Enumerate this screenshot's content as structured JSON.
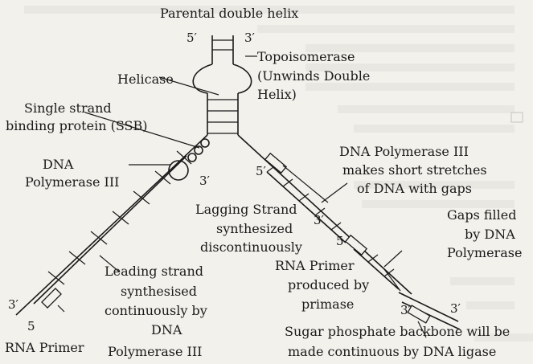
{
  "labels": {
    "parental": "Parental double helix",
    "topo1": "Topoisomerase",
    "topo2": "(Unwinds Double",
    "topo3": "Helix)",
    "helicase": "Helicase",
    "ssb1": "Single strand",
    "ssb2": "binding protein (SSB)",
    "pol3a": "DNA",
    "pol3b": "Polymerase III",
    "pol3c1": "DNA Polymerase III",
    "pol3c2": "makes short stretches",
    "pol3c3": "of DNA with gaps",
    "lag1": "Lagging Strand",
    "lag2": "synthesized",
    "lag3": "discontinuously",
    "gaps1": "Gaps filled",
    "gaps2": "by DNA",
    "gaps3": "Polymerase",
    "rnap1": "RNA Primer",
    "rnap2": "produced by",
    "rnap3": "primase",
    "lead1": "Leading strand",
    "lead2": "synthesised",
    "lead3": "continuously by",
    "lead4": "DNA",
    "lead5": "Polymerase III",
    "rnaprimer": "RNA Primer",
    "sugar1": "Sugar phosphate backbone will be",
    "sugar2": "made continuous by DNA ligase"
  },
  "primes": {
    "p5_top": "5′",
    "p3_top": "3′",
    "p3_pol": "3′",
    "p5_lag": "5′",
    "p3_lag": "3′",
    "p5_mid": "5",
    "p3_right1": "3′",
    "p3_right2": "3′",
    "p3_left": "3′",
    "p5_left": "5"
  }
}
